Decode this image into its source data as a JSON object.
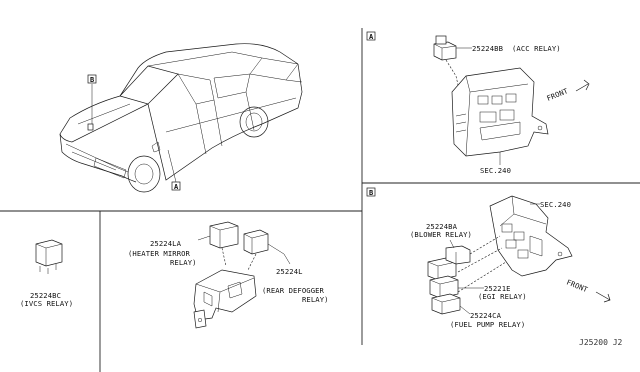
{
  "callouts": {
    "box_a": "A",
    "box_b": "B"
  },
  "acc_relay": {
    "part_no": "25224BB",
    "name": "(ACC RELAY)"
  },
  "front_a": "FRONT",
  "front_b": "FRONT",
  "sec_a": "SEC.240",
  "sec_b": "SEC.240",
  "blower_relay": {
    "part_no": "25224BA",
    "name": "(BLOWER RELAY)"
  },
  "egi_relay": {
    "part_no": "25221E",
    "name": "(EGI RELAY)"
  },
  "fuel_pump_relay": {
    "part_no": "25224CA",
    "name": "(FUEL PUMP RELAY)"
  },
  "ivcs_relay": {
    "part_no": "25224BC",
    "name": "(IVCS RELAY)"
  },
  "heater_mirror_relay": {
    "part_no": "25224LA",
    "name_line1": "(HEATER MIRROR",
    "name_line2": "RELAY)"
  },
  "rear_defogger_relay": {
    "part_no": "25224L",
    "name_line1": "(REAR DEFOGGER",
    "name_line2": "RELAY)"
  },
  "diagram_code": "J25200 J2"
}
